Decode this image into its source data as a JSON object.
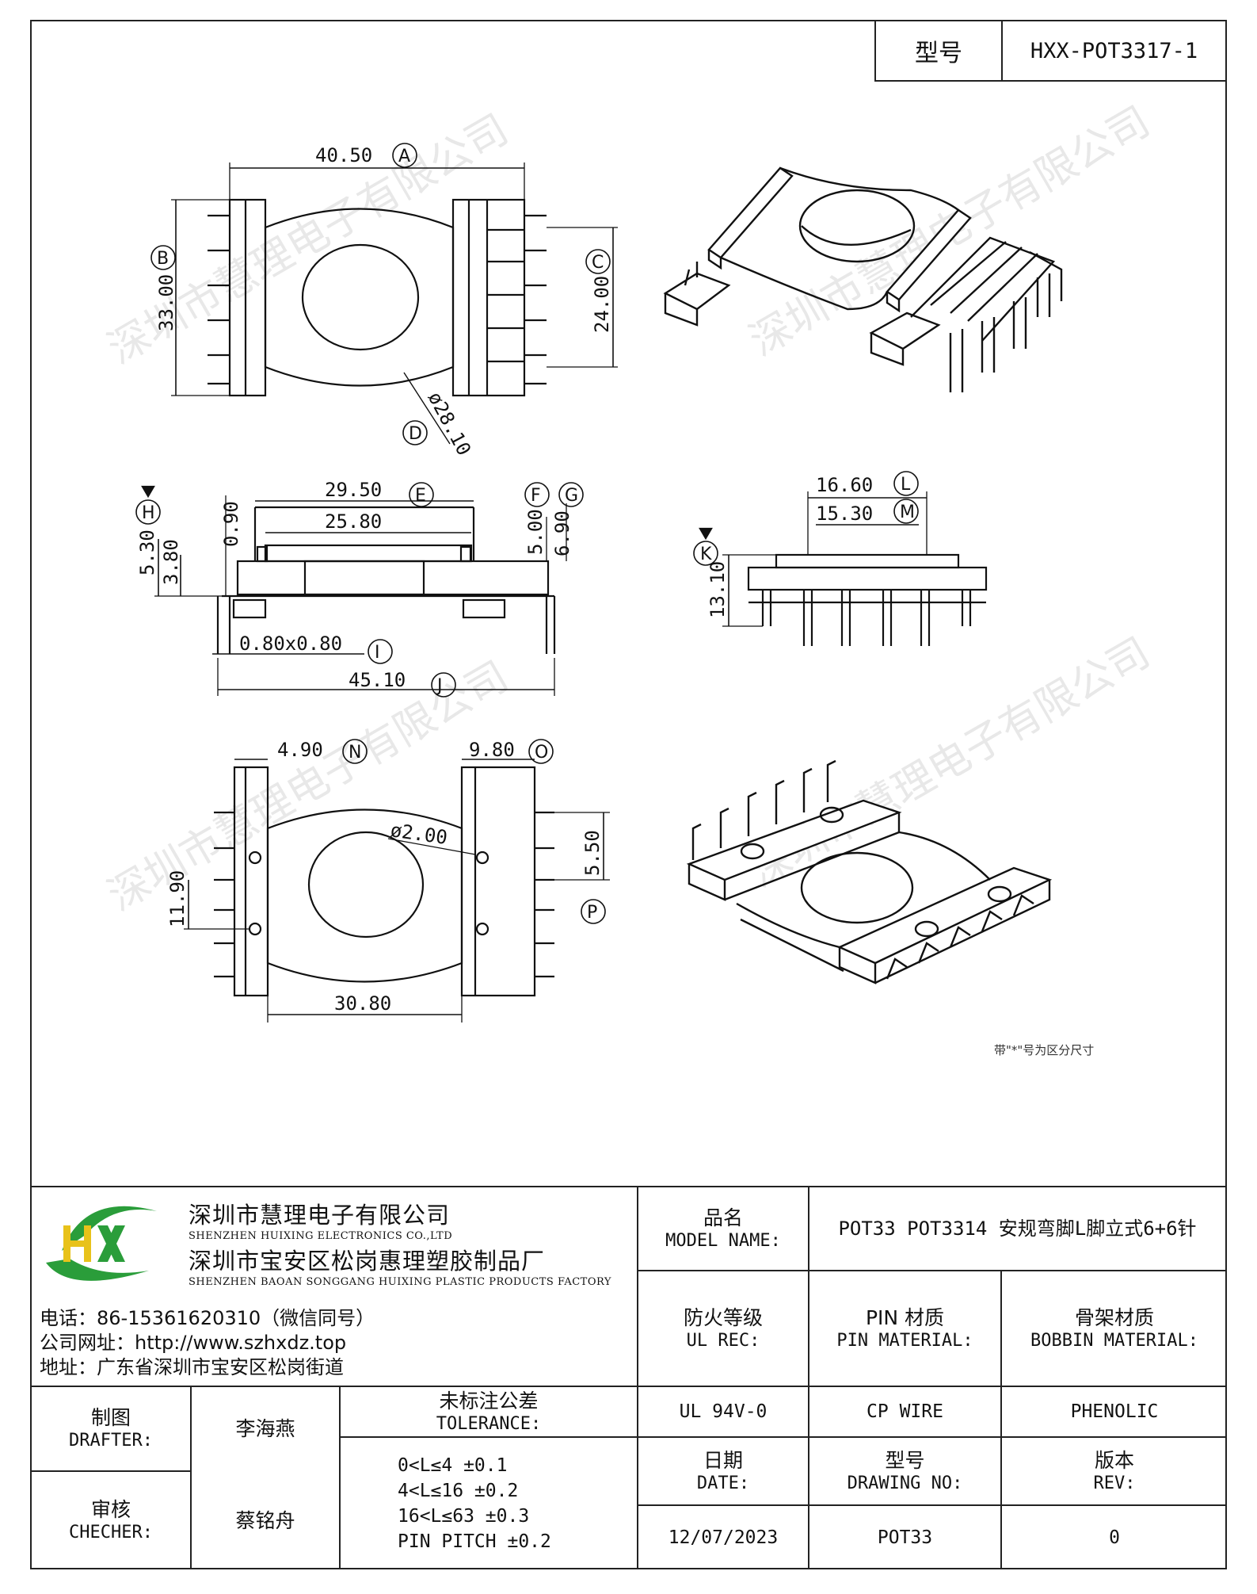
{
  "header": {
    "model_label": "型号",
    "model_value": "HXX-POT3317-1"
  },
  "dimensions": {
    "A": "40.50",
    "B": "33.00",
    "C": "24.00",
    "D": "ø28.10",
    "E": "29.50",
    "e_inner": "25.80",
    "F": "5.00",
    "G": "6.90",
    "H": "5.30",
    "h2": "3.80",
    "h_top": "0.90",
    "I": "0.80x0.80",
    "J": "45.10",
    "K": "13.10",
    "L": "16.60",
    "M": "15.30",
    "N": "4.90",
    "O": "9.80",
    "P": "5.50",
    "hole": "ø2.00",
    "pin_span": "11.90",
    "bottom_width": "30.80"
  },
  "callouts": {
    "A": "A",
    "B": "B",
    "C": "C",
    "D": "D",
    "E": "E",
    "F": "F",
    "G": "G",
    "H": "H",
    "I": "I",
    "J": "J",
    "K": "K",
    "L": "L",
    "M": "M",
    "N": "N",
    "O": "O",
    "P": "P"
  },
  "note": "带\"*\"号为区分尺寸",
  "watermark": "深圳市慧理电子有限公司",
  "company": {
    "logo": "HX",
    "name_zh": "深圳市慧理电子有限公司",
    "name_en": "SHENZHEN HUIXING ELECTRONICS CO.,LTD",
    "factory_zh": "深圳市宝安区松岗惠理塑胶制品厂",
    "factory_en": "SHENZHEN BAOAN SONGGANG HUIXING PLASTIC PRODUCTS FACTORY",
    "phone": "电话：86-15361620310（微信同号）",
    "website": "公司网址：http://www.szhxdz.top",
    "address": "地址：广东省深圳市宝安区松岗街道"
  },
  "titleblock": {
    "model_name_zh": "品名",
    "model_name_en": "MODEL NAME:",
    "model_name_value": "POT33 POT3314 安规弯脚L脚立式6+6针",
    "ul_rec_zh": "防火等级",
    "ul_rec_en": "UL REC:",
    "pin_material_zh": "PIN 材质",
    "pin_material_en": "PIN MATERIAL:",
    "bobbin_material_zh": "骨架材质",
    "bobbin_material_en": "BOBBIN MATERIAL:",
    "drafter_zh": "制图",
    "drafter_en": "DRAFTER:",
    "drafter_name": "李海燕",
    "tolerance_zh": "未标注公差",
    "tolerance_en": "TOLERANCE:",
    "ul_value": "UL 94V-0",
    "pin_value": "CP WIRE",
    "bobbin_value": "PHENOLIC",
    "checker_zh": "审核",
    "checker_en": "CHECHER:",
    "checker_name": "蔡铭舟",
    "tolerances": [
      "0<L≤4  ±0.1",
      "4<L≤16 ±0.2",
      "16<L≤63 ±0.3",
      "PIN PITCH ±0.2"
    ],
    "date_zh": "日期",
    "date_en": "DATE:",
    "drawing_no_zh": "型号",
    "drawing_no_en": "DRAWING NO:",
    "rev_zh": "版本",
    "rev_en": "REV:",
    "date_value": "12/07/2023",
    "drawing_no_value": "POT33",
    "rev_value": "0"
  }
}
